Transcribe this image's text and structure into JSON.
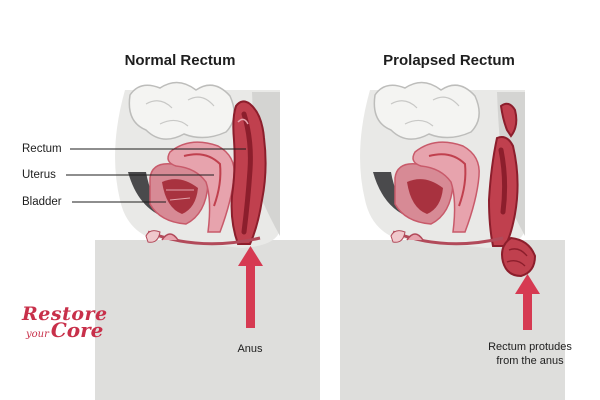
{
  "titles": {
    "normal": "Normal Rectum",
    "prolapsed": "Prolapsed Rectum"
  },
  "labels": {
    "rectum": "Rectum",
    "uterus": "Uterus",
    "bladder": "Bladder"
  },
  "captions": {
    "anus": "Anus",
    "protrude_line1": "Rectum protudes",
    "protrude_line2": "from the anus"
  },
  "logo": {
    "line1": "Restore",
    "line2": "your",
    "line3": "Core"
  },
  "colors": {
    "accent_arrow": "#d63a52",
    "body_skin": "#dededc",
    "tissue_pink": "#e7a3ad",
    "organ_red": "#c0404e",
    "organ_dark": "#8c1e2c",
    "logo": "#c8304a"
  }
}
